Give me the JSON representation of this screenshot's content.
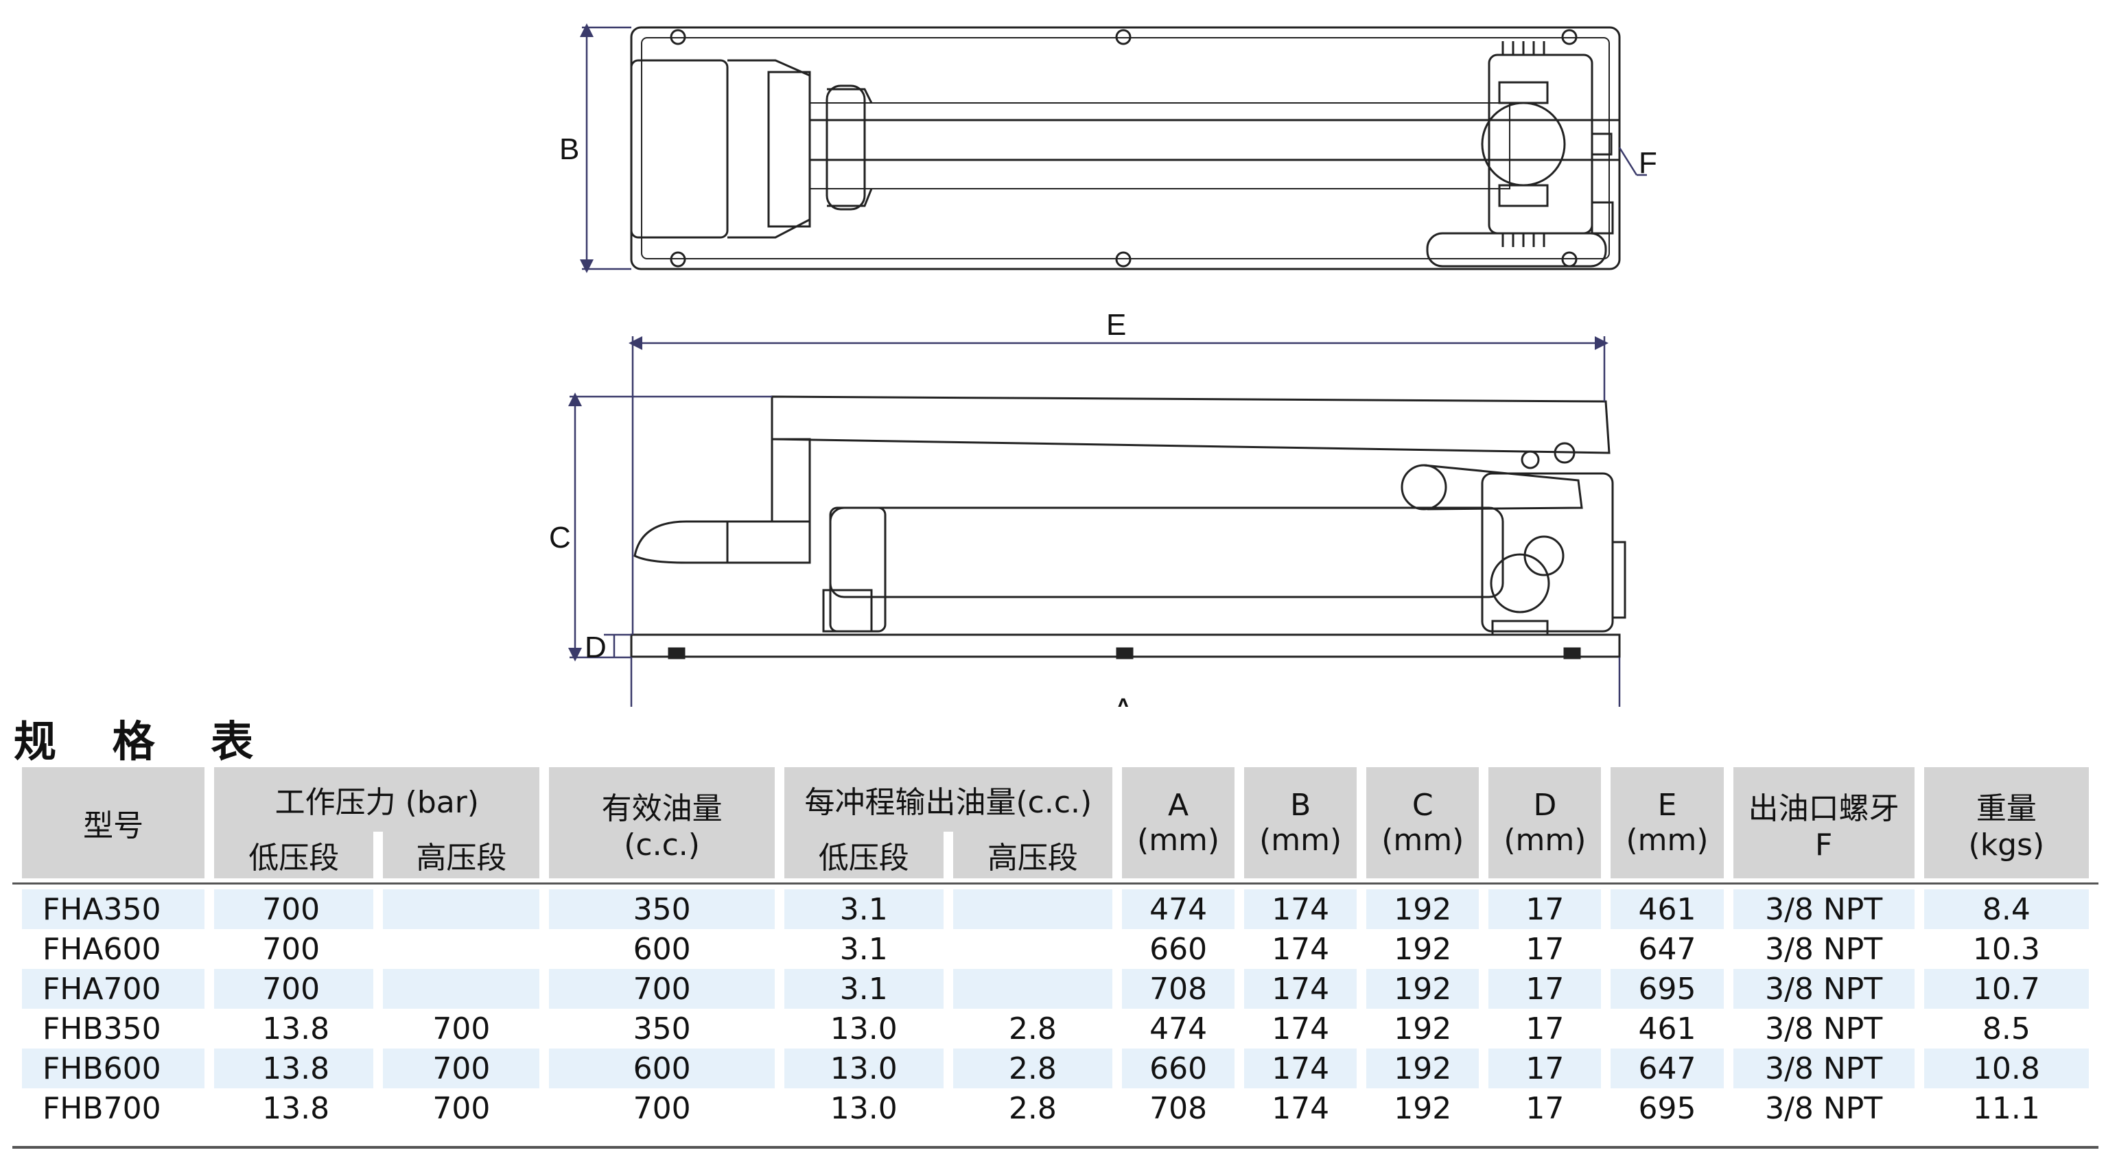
{
  "drawings": {
    "top_view": {
      "label_B": "B",
      "label_F": "F"
    },
    "side_view": {
      "label_E": "E",
      "label_C": "C",
      "label_D": "D",
      "label_A": "A"
    }
  },
  "title": "规 格 表",
  "table": {
    "headers": {
      "model": "型号",
      "pressure": "工作压力 (bar)",
      "pressure_low": "低压段",
      "pressure_high": "高压段",
      "oil": "有效油量",
      "oil_unit": "(c.c.)",
      "stroke": "每冲程输出油量(c.c.)",
      "stroke_low": "低压段",
      "stroke_high": "高压段",
      "A": "A",
      "A_unit": "(mm)",
      "B": "B",
      "B_unit": "(mm)",
      "C": "C",
      "C_unit": "(mm)",
      "D": "D",
      "D_unit": "(mm)",
      "E": "E",
      "E_unit": "(mm)",
      "thread": "出油口螺牙",
      "thread_unit": "F",
      "weight": "重量",
      "weight_unit": "(kgs)"
    },
    "rows": [
      {
        "model": "FHA350",
        "p_low": "700",
        "p_high": "",
        "oil": "350",
        "s_low": "3.1",
        "s_high": "",
        "A": "474",
        "B": "174",
        "C": "192",
        "D": "17",
        "E": "461",
        "F": "3/8 NPT",
        "W": "8.4"
      },
      {
        "model": "FHA600",
        "p_low": "700",
        "p_high": "",
        "oil": "600",
        "s_low": "3.1",
        "s_high": "",
        "A": "660",
        "B": "174",
        "C": "192",
        "D": "17",
        "E": "647",
        "F": "3/8 NPT",
        "W": "10.3"
      },
      {
        "model": "FHA700",
        "p_low": "700",
        "p_high": "",
        "oil": "700",
        "s_low": "3.1",
        "s_high": "",
        "A": "708",
        "B": "174",
        "C": "192",
        "D": "17",
        "E": "695",
        "F": "3/8 NPT",
        "W": "10.7"
      },
      {
        "model": "FHB350",
        "p_low": "13.8",
        "p_high": "700",
        "oil": "350",
        "s_low": "13.0",
        "s_high": "2.8",
        "A": "474",
        "B": "174",
        "C": "192",
        "D": "17",
        "E": "461",
        "F": "3/8 NPT",
        "W": "8.5"
      },
      {
        "model": "FHB600",
        "p_low": "13.8",
        "p_high": "700",
        "oil": "600",
        "s_low": "13.0",
        "s_high": "2.8",
        "A": "660",
        "B": "174",
        "C": "192",
        "D": "17",
        "E": "647",
        "F": "3/8 NPT",
        "W": "10.8"
      },
      {
        "model": "FHB700",
        "p_low": "13.8",
        "p_high": "700",
        "oil": "700",
        "s_low": "13.0",
        "s_high": "2.8",
        "A": "708",
        "B": "174",
        "C": "192",
        "D": "17",
        "E": "695",
        "F": "3/8 NPT",
        "W": "11.1"
      }
    ]
  }
}
